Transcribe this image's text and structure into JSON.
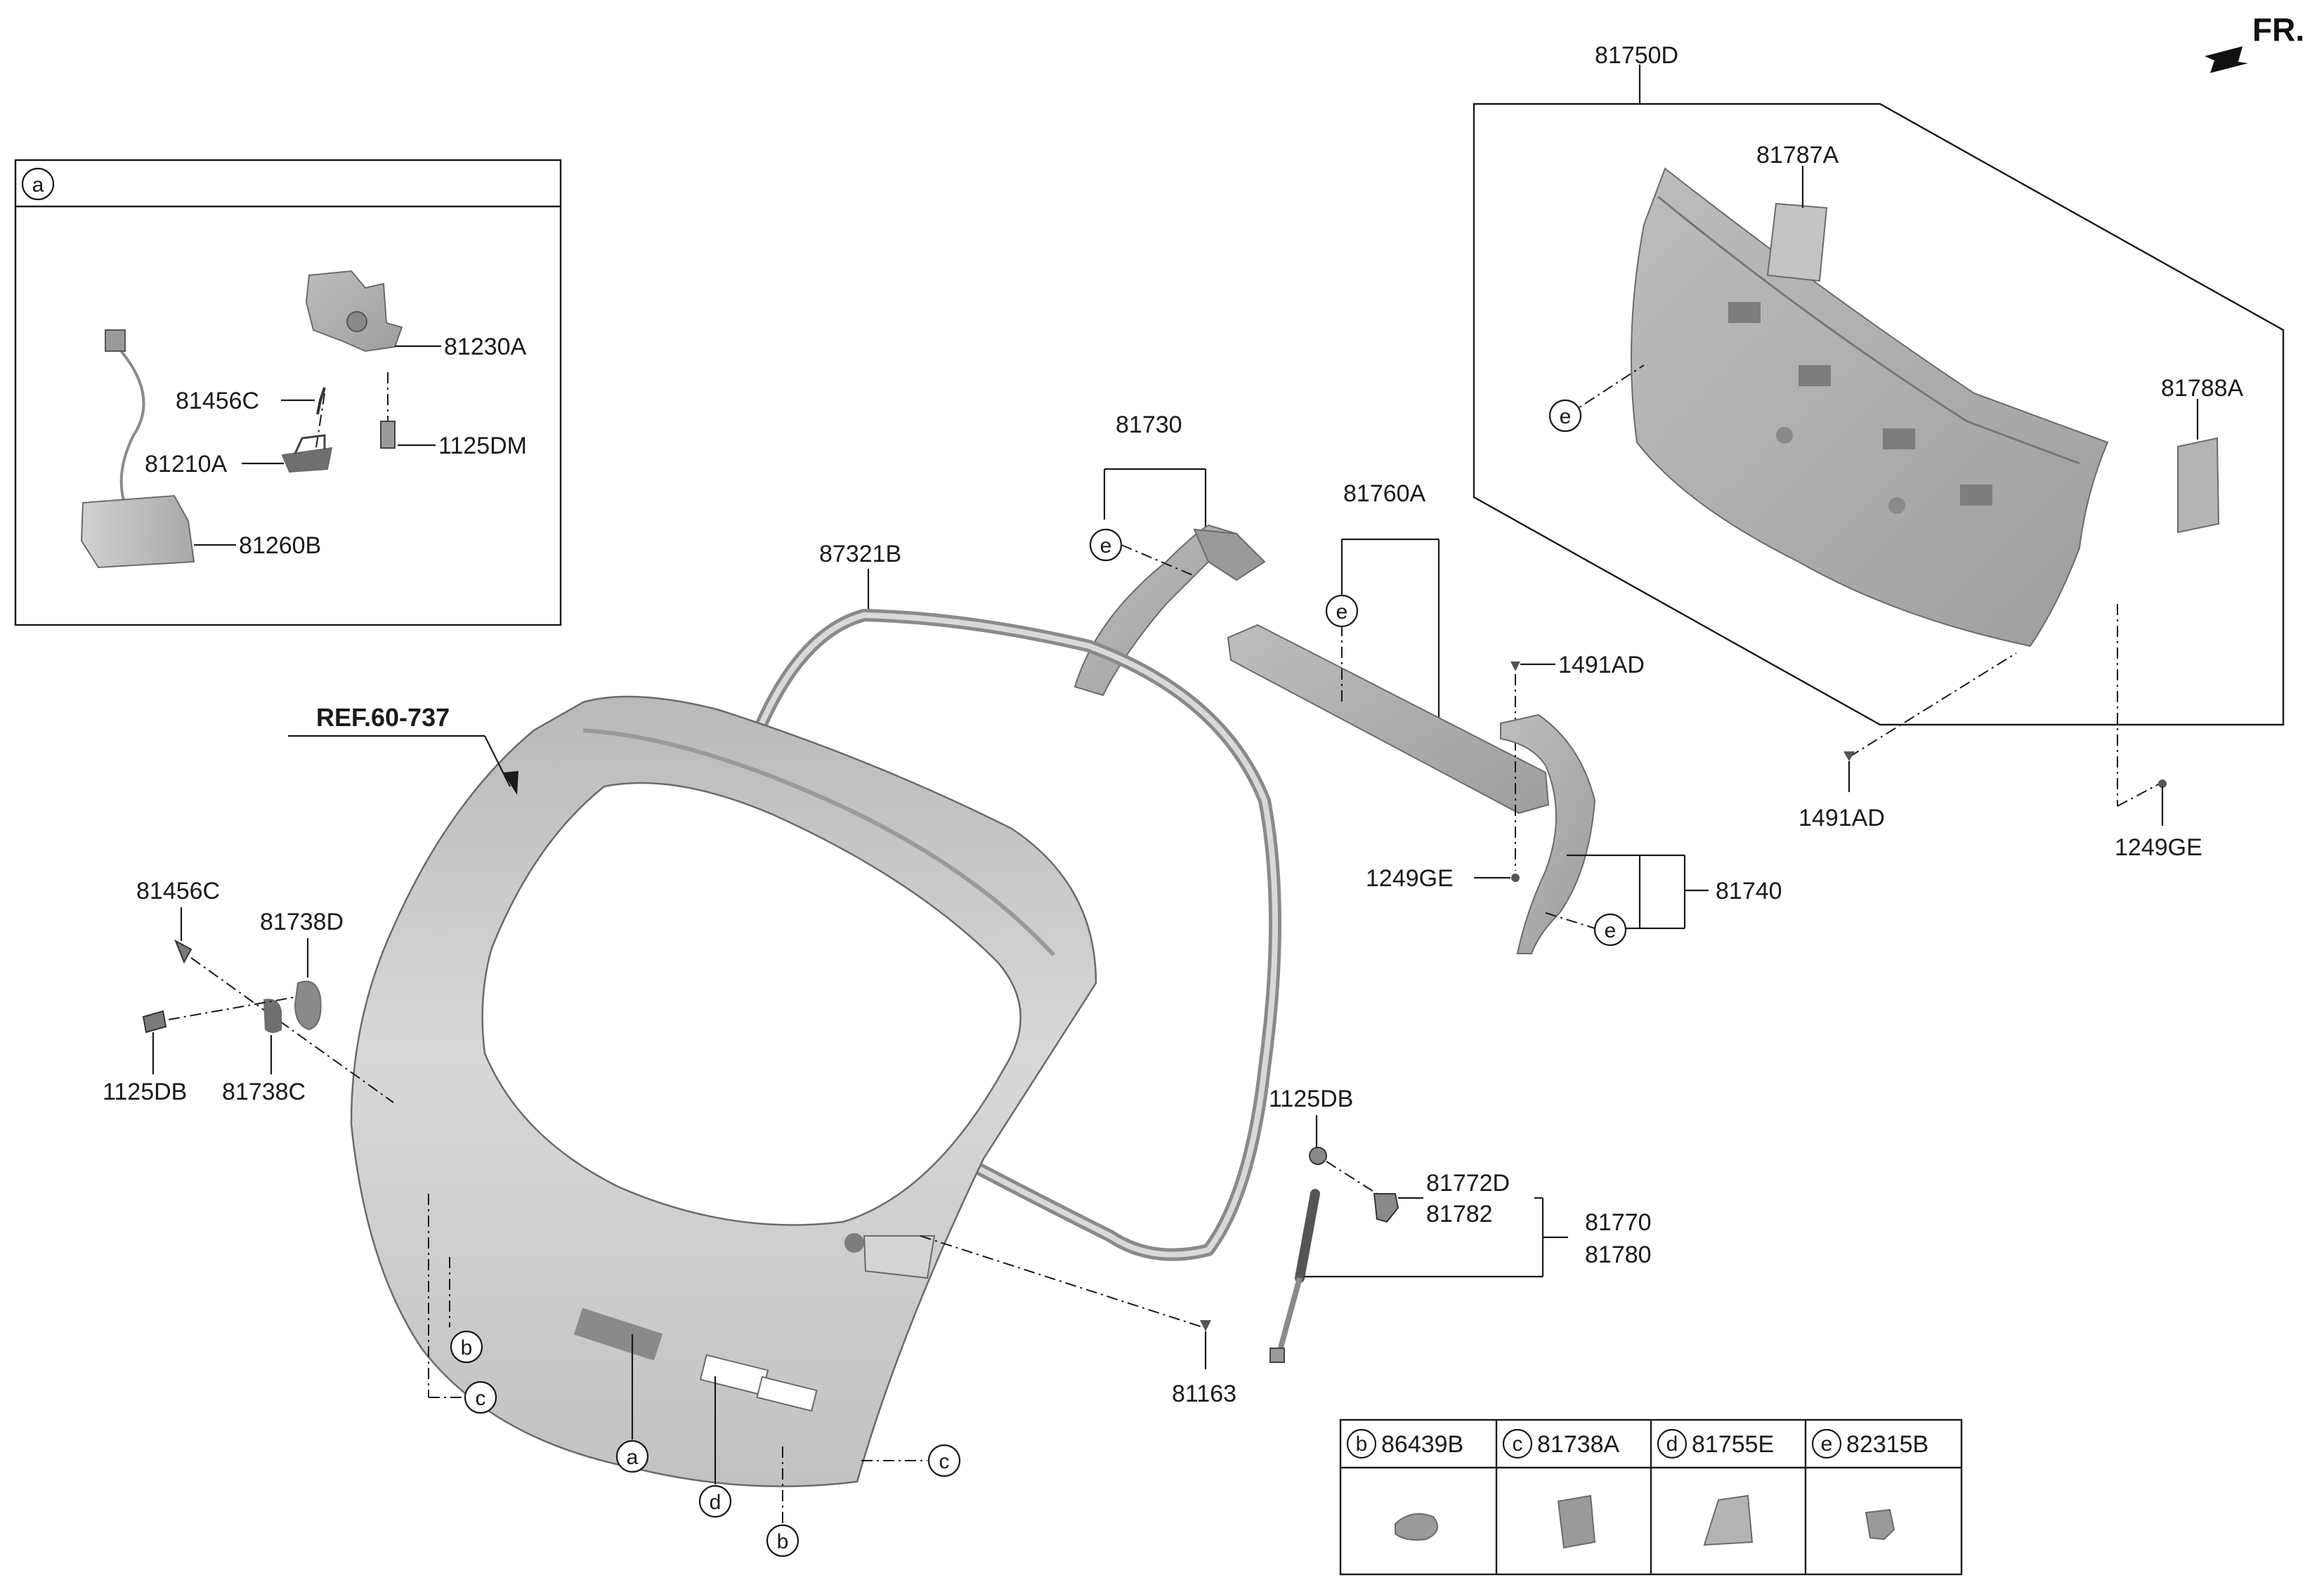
{
  "orientation": {
    "label": "FR."
  },
  "reference": "REF.60-737",
  "detail_box": {
    "callout": "a",
    "parts": [
      "81230A",
      "81456C",
      "1125DM",
      "81210A",
      "81260B"
    ]
  },
  "labels": {
    "p81750D": "81750D",
    "p81787A": "81787A",
    "p81788A": "81788A",
    "p1491AD_r": "1491AD",
    "p1249GE_r": "1249GE",
    "p81730": "81730",
    "p81760A": "81760A",
    "p87321B": "87321B",
    "p1491AD_m": "1491AD",
    "p1249GE_m": "1249GE",
    "p81740": "81740",
    "p81456C": "81456C",
    "p81738D": "81738D",
    "p1125DB_l": "1125DB",
    "p81738C": "81738C",
    "p1125DB_m": "1125DB",
    "p81772D": "81772D",
    "p81782": "81782",
    "p81770": "81770",
    "p81780": "81780",
    "p81163": "81163"
  },
  "callouts": {
    "e": "e",
    "b": "b",
    "c": "c",
    "a": "a",
    "d": "d"
  },
  "legend": [
    {
      "callout": "b",
      "part": "86439B"
    },
    {
      "callout": "c",
      "part": "81738A"
    },
    {
      "callout": "d",
      "part": "81755E"
    },
    {
      "callout": "e",
      "part": "82315B"
    }
  ]
}
